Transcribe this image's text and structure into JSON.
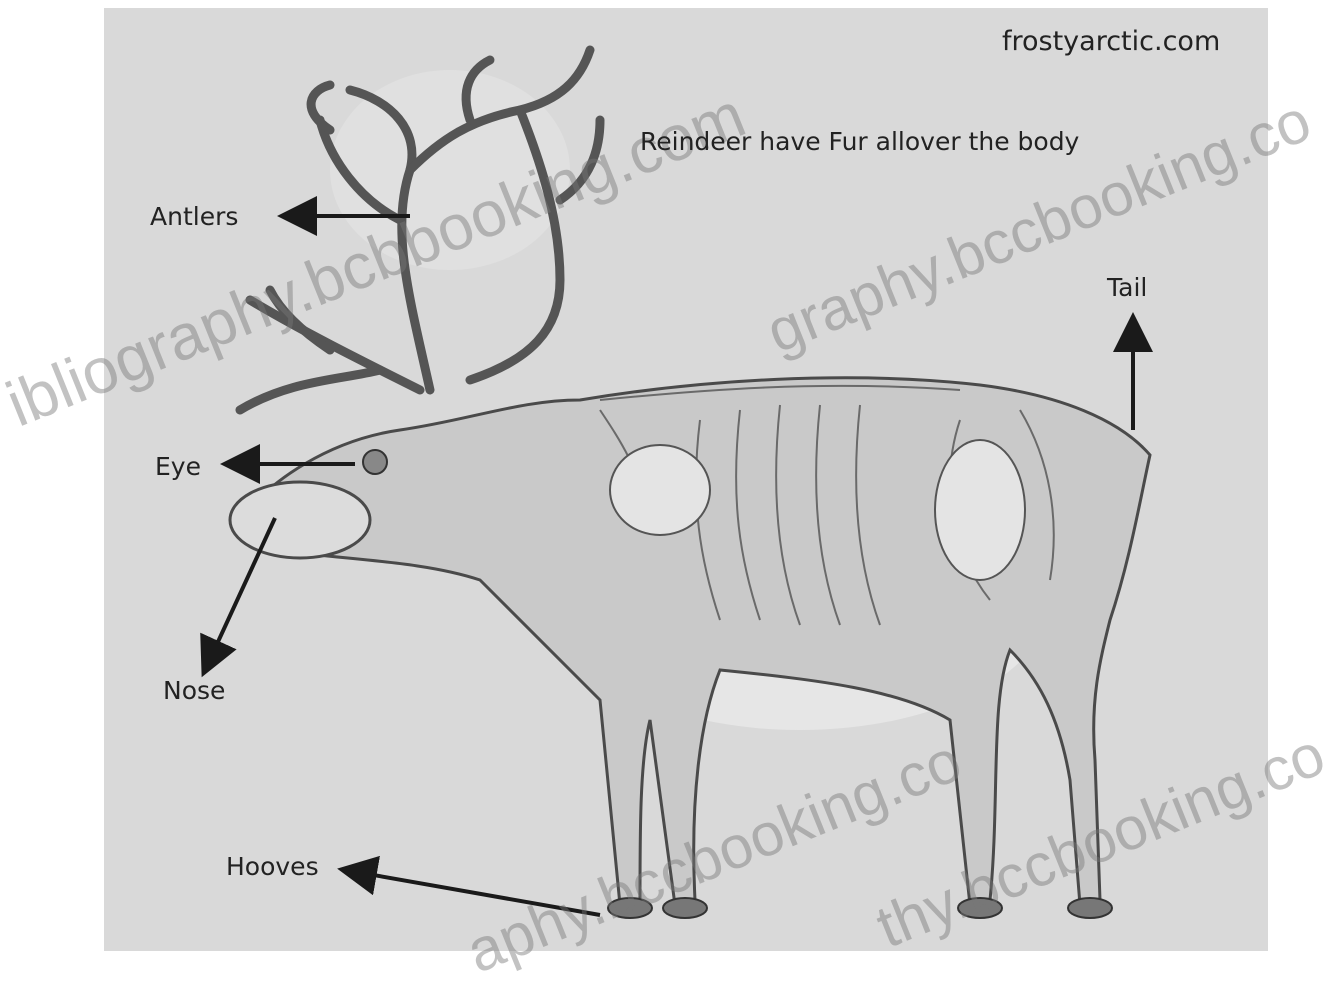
{
  "header": {
    "site": "frostyarctic.com",
    "note": "Reindeer have Fur allover the body"
  },
  "labels": {
    "antlers": "Antlers",
    "eye": "Eye",
    "nose": "Nose",
    "hooves": "Hooves",
    "tail": "Tail"
  },
  "watermarks": [
    "ibliography.bcbbooking.com",
    "graphy.bccbooking.co",
    "aphy.bccbooking.co",
    "thy.bccbooking.co"
  ]
}
